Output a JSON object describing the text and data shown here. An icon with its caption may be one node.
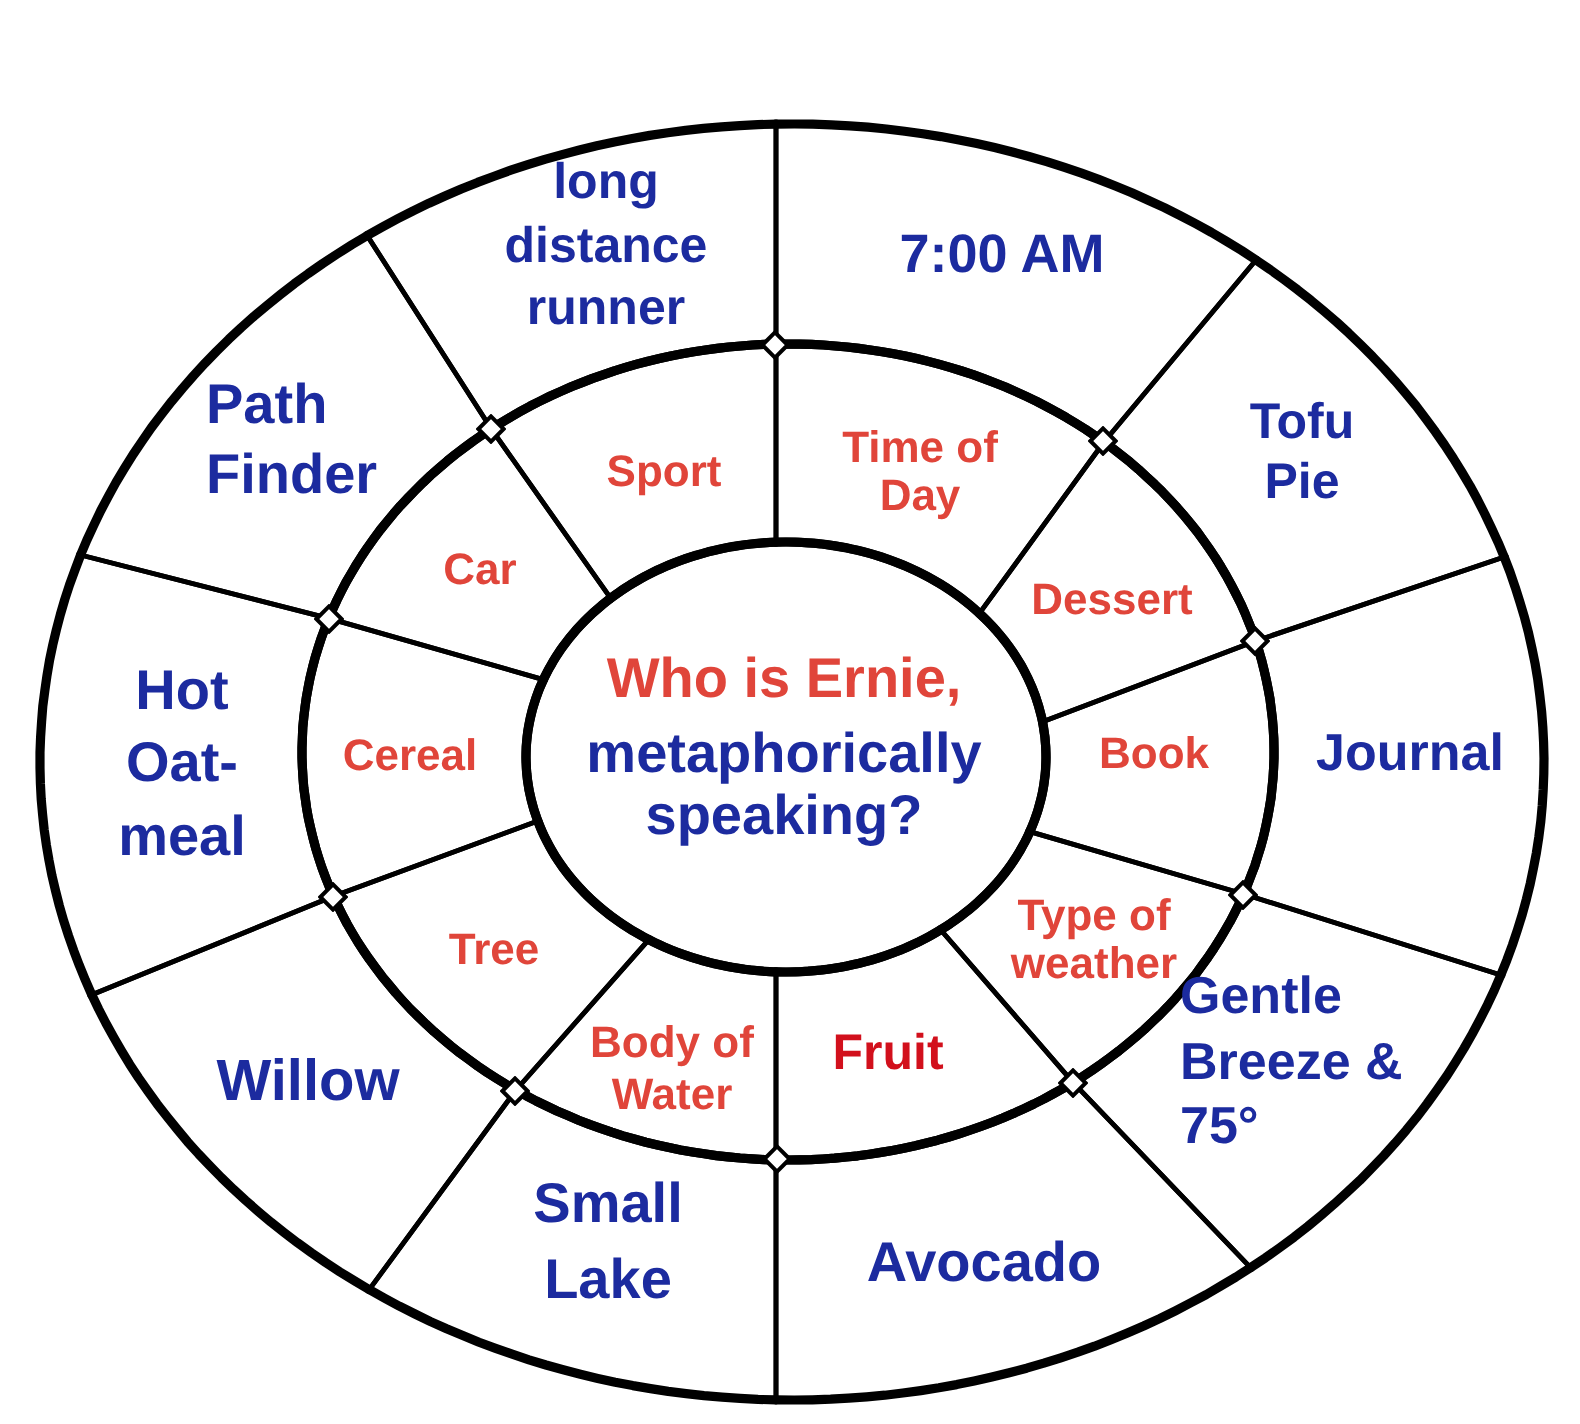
{
  "diagram": {
    "nodes": [
      {
        "text": [
          "Who is Ernie,",
          "metaphorically speaking?"
        ]
      },
      {
        "text": [
          "Sport"
        ]
      },
      {
        "text": [
          "Time of Day"
        ]
      },
      {
        "text": [
          "Dessert"
        ]
      },
      {
        "text": [
          "Book"
        ]
      },
      {
        "text": [
          "Type of weather"
        ]
      },
      {
        "text": [
          "Fruit"
        ]
      },
      {
        "text": [
          "Body of Water"
        ]
      },
      {
        "text": [
          "Tree"
        ]
      },
      {
        "text": [
          "Cereal"
        ]
      },
      {
        "text": [
          "Car"
        ]
      },
      {
        "text": [
          "long distance runner"
        ]
      },
      {
        "text": [
          "7:00 AM"
        ]
      },
      {
        "text": [
          "Tofu Pie"
        ]
      },
      {
        "text": [
          "Journal"
        ]
      },
      {
        "text": [
          "Gentle Breeze & 75°"
        ]
      },
      {
        "text": [
          "Avocado"
        ]
      },
      {
        "text": [
          "Small Lake"
        ]
      },
      {
        "text": [
          "Willow"
        ]
      },
      {
        "text": [
          "Hot Oat- meal"
        ]
      },
      {
        "text": [
          "Path Finder"
        ]
      }
    ]
  }
}
